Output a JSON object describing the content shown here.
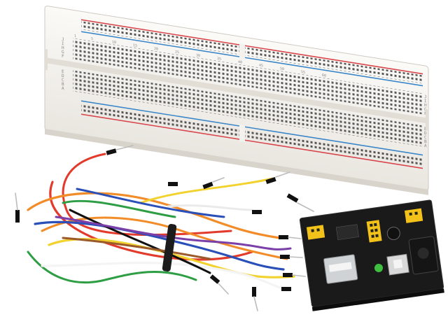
{
  "scene": {
    "background": "#ffffff",
    "objects": [
      "solderless-breadboard",
      "jumper-wire-bundle",
      "breadboard-power-supply-module"
    ]
  },
  "breadboard": {
    "body_color": "#f4f2ee",
    "rail_red": "#d8454a",
    "rail_blue": "#3a86c8",
    "row_labels_left": [
      "J",
      "I",
      "H",
      "G",
      "F",
      "E",
      "D",
      "C",
      "B",
      "A"
    ],
    "row_labels_right": [
      "J",
      "I",
      "H",
      "G",
      "F",
      "E",
      "D",
      "C",
      "B",
      "A"
    ],
    "column_numbers": [
      "1",
      "5",
      "10",
      "15",
      "20",
      "25",
      "30",
      "35",
      "40",
      "45",
      "50",
      "55",
      "60"
    ]
  },
  "wires": {
    "colors": [
      "#e23b2b",
      "#f28c28",
      "#f2d22e",
      "#2e9e44",
      "#2a4fb8",
      "#ffffff",
      "#111111",
      "#7a3fa8",
      "#9a5a2a"
    ]
  },
  "power_module": {
    "pcb_color": "#1a1a1a",
    "header_color": "#f2c21b",
    "led_color": "#3fbf3f"
  }
}
